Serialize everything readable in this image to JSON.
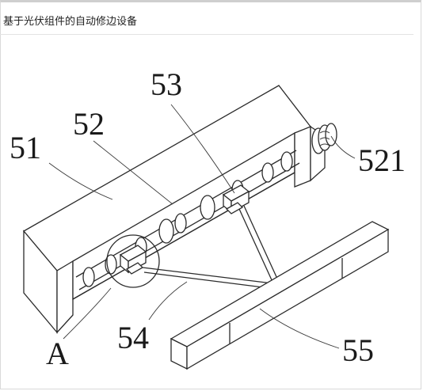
{
  "document": {
    "title": "基于光伏组件的自动修边设备"
  },
  "figure": {
    "labels": {
      "frame": "51",
      "screw_shaft": "52",
      "slider": "53",
      "motor": "521",
      "link_rods": "54",
      "detail_marker": "A",
      "trim_bar": "55"
    }
  }
}
